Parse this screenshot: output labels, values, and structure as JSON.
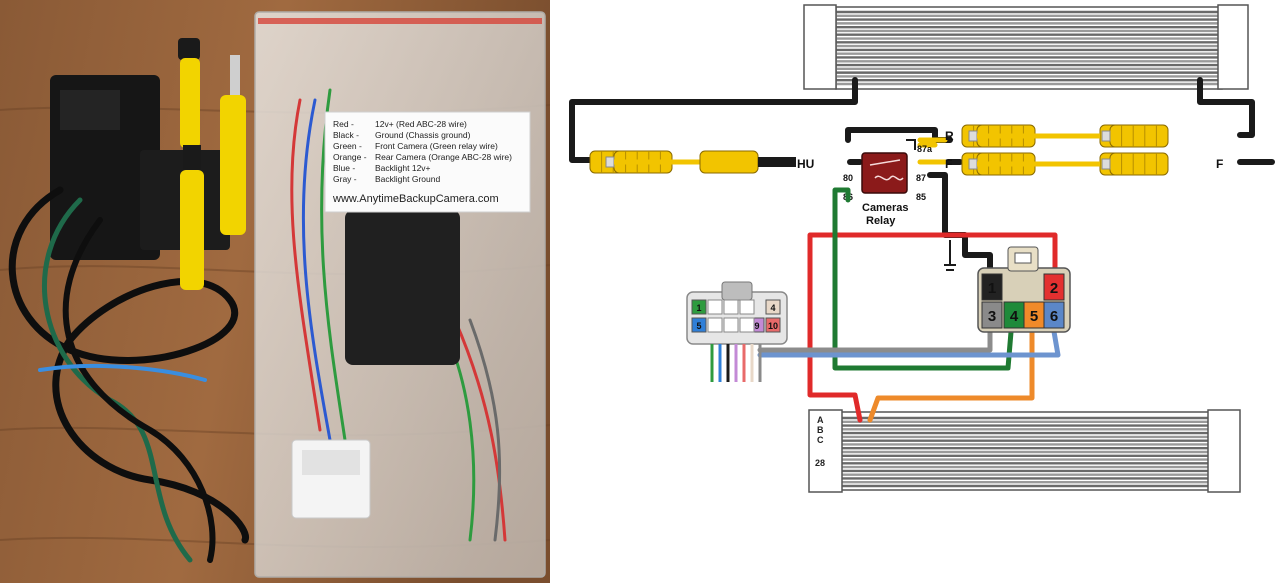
{
  "photo": {
    "sticker_lines": [
      {
        "name": "Red -",
        "desc": "12v+ (Red ABC-28 wire)"
      },
      {
        "name": "Black -",
        "desc": "Ground (Chassis ground)"
      },
      {
        "name": "Green -",
        "desc": "Front Camera (Green relay wire)"
      },
      {
        "name": "Orange -",
        "desc": "Rear Camera (Orange ABC-28 wire)"
      },
      {
        "name": "Blue -",
        "desc": "Backlight 12v+"
      },
      {
        "name": "Gray -",
        "desc": "Backlight Ground"
      }
    ],
    "sticker_url": "www.AnytimeBackupCamera.com"
  },
  "diagram": {
    "hu_label": "HU",
    "r_label": "R",
    "f_label": "F",
    "f_label_right": "F",
    "relay_pins": {
      "p80": "80",
      "p86": "86",
      "p87a": "87a",
      "p87": "87",
      "p85": "85"
    },
    "relay_caption_1": "Cameras",
    "relay_caption_2": "Relay",
    "abc_labels": [
      "A",
      "B",
      "C",
      "28"
    ],
    "small_connector_pins": [
      {
        "num": "1",
        "color": "#2e9b3f"
      },
      {
        "num": "5",
        "color": "#2f7fd8"
      },
      {
        "num": "4",
        "color": "#e8d8c8"
      },
      {
        "num": "9",
        "color": "#c38ad6"
      },
      {
        "num": "10",
        "color": "#e86a6a"
      }
    ],
    "big_connector_pins": [
      {
        "num": "1",
        "color": "#222222"
      },
      {
        "num": "2",
        "color": "#e33030"
      },
      {
        "num": "3",
        "color": "#8a8a8a"
      },
      {
        "num": "4",
        "color": "#1f8a3a"
      },
      {
        "num": "5",
        "color": "#f08a2a"
      },
      {
        "num": "6",
        "color": "#5b87c8"
      }
    ],
    "wire_colors": {
      "red": "#e02a2a",
      "green": "#1f7a32",
      "orange": "#ee8a2a",
      "gray": "#8c8c8c",
      "blue": "#6d94cf",
      "black": "#1a1a1a",
      "yellow": "#f2c400"
    }
  }
}
